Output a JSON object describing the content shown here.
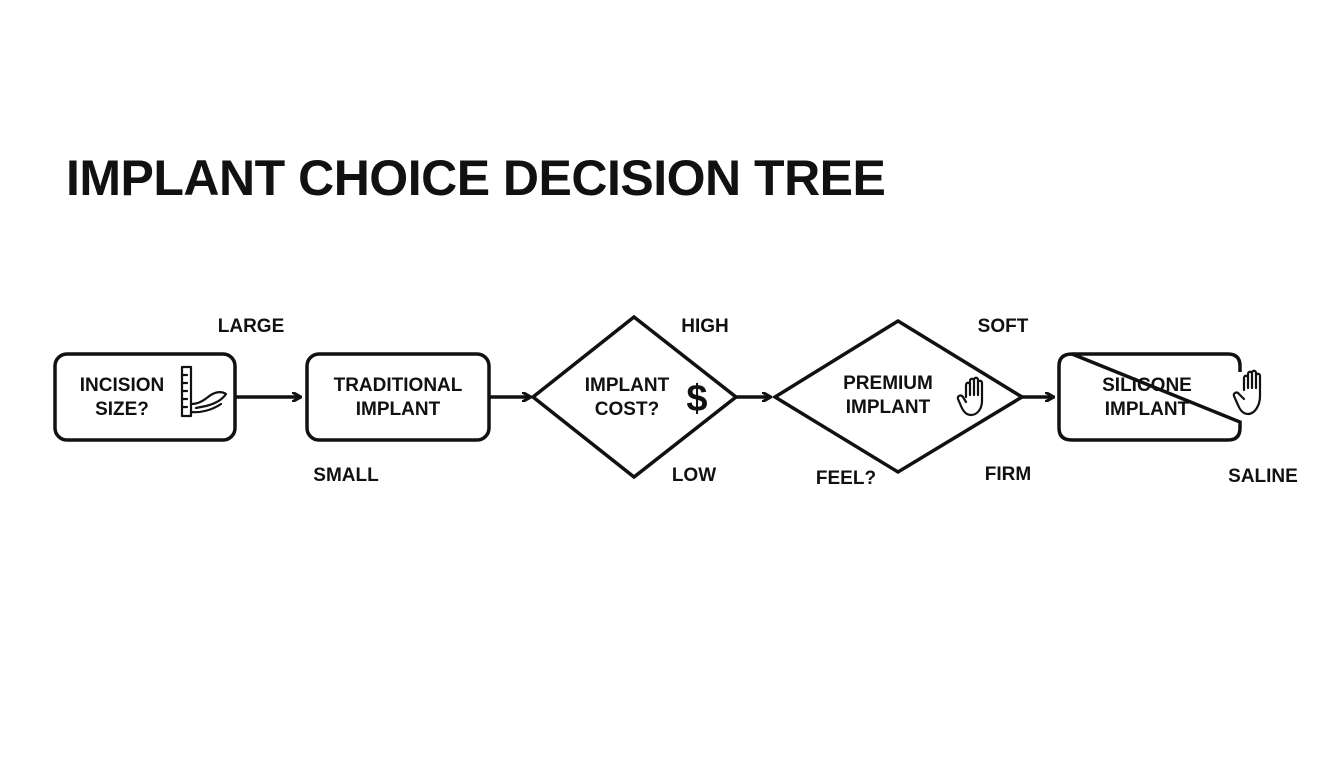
{
  "title": "IMPLANT CHOICE DECISION TREE",
  "nodes": {
    "incision": {
      "line1": "INCISION",
      "line2": "SIZE?",
      "icon": "ruler-hand-icon"
    },
    "traditional": {
      "line1": "TRADITIONAL",
      "line2": "IMPLANT"
    },
    "cost": {
      "line1": "IMPLANT",
      "line2": "COST?",
      "icon": "dollar-icon",
      "icon_glyph": "$"
    },
    "premium": {
      "line1": "PREMIUM",
      "line2": "IMPLANT",
      "line3": "FEEL?",
      "icon": "hand-icon"
    },
    "silicone": {
      "line1": "SILICONE",
      "line2": "IMPLANT",
      "icon": "hand-icon"
    }
  },
  "branches": {
    "large": "LARGE",
    "small": "SMALL",
    "high": "HIGH",
    "low": "LOW",
    "soft": "SOFT",
    "firm": "FIRM",
    "saline": "SALINE"
  }
}
